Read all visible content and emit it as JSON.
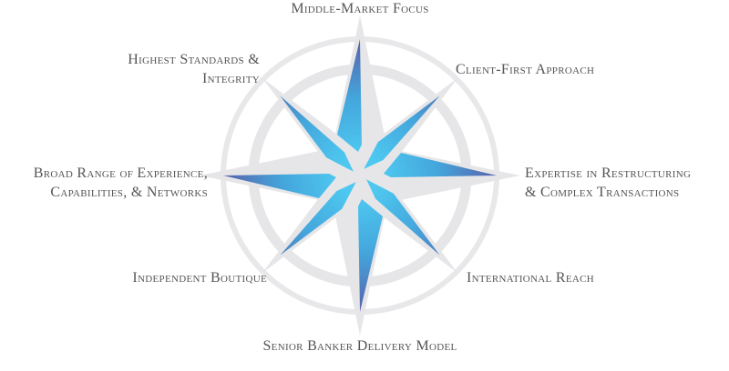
{
  "labels": {
    "top": "Middle-Market Focus",
    "top_left": [
      "Highest Standards &",
      "Integrity"
    ],
    "top_right": "Client-First Approach",
    "left": [
      "Broad Range of Experience,",
      "Capabilities, & Networks"
    ],
    "right": [
      "Expertise in Restructuring",
      "& Complex Transactions"
    ],
    "bottom_left": "Independent Boutique",
    "bottom_right": "International Reach",
    "bottom": "Senior Banker Delivery Model"
  },
  "colors": {
    "star_center": "#4ec8f0",
    "star_tip": "#5a5ca6",
    "compass_grey": "#e6e6e8",
    "text": "#555555"
  }
}
